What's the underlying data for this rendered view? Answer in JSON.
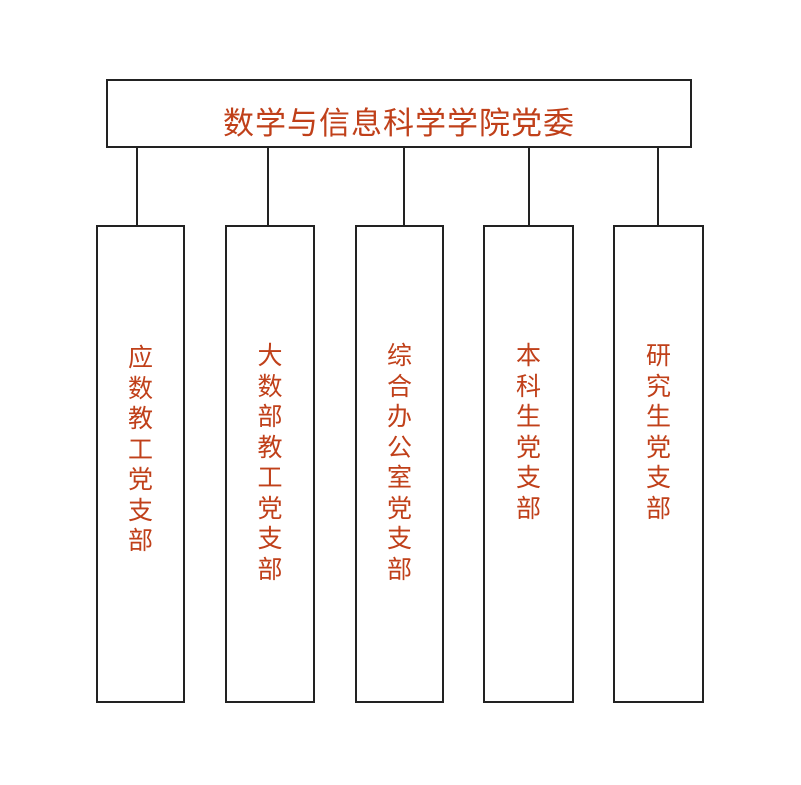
{
  "root": {
    "label": "数学与信息科学学院党委"
  },
  "branches": [
    {
      "label": "应数教工党支部",
      "chars": [
        "应",
        "数",
        "教",
        "工",
        "党",
        "支",
        "部"
      ]
    },
    {
      "label": "大数部教工党支部",
      "chars": [
        "大",
        "数",
        "部",
        "教",
        "工",
        "党",
        "支",
        "部"
      ]
    },
    {
      "label": "综合办公室党支部",
      "chars": [
        "综",
        "合",
        "办",
        "公",
        "室",
        "党",
        "支",
        "部"
      ]
    },
    {
      "label": "本科生党支部",
      "chars": [
        "本",
        "科",
        "生",
        "党",
        "支",
        "部"
      ]
    },
    {
      "label": "研究生党支部",
      "chars": [
        "研",
        "究",
        "生",
        "党",
        "支",
        "部"
      ]
    }
  ],
  "colors": {
    "text": "#c0401a",
    "border": "#222222",
    "background": "#ffffff"
  }
}
